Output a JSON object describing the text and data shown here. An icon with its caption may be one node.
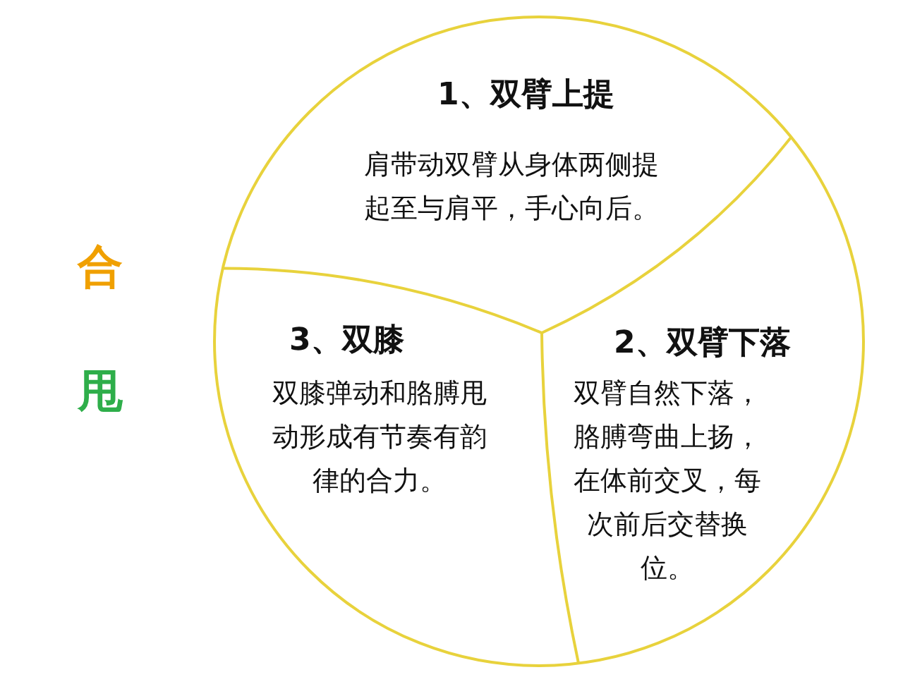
{
  "diagram": {
    "nodes": [
      {
        "text": [],
        "shape": "circle"
      },
      {
        "text": [
          "1、双臂上提",
          "肩带动双臂从身体两侧提起至与肩平，手心向后。"
        ],
        "in": 0
      },
      {
        "text": [
          "3、双膝",
          "双膝弹动和胳膊甩动形成有节奏有韵律的合力。"
        ],
        "in": 0
      },
      {
        "text": [
          "2、双臂下落",
          "双臂自然下落，胳膊弯曲上扬，在体前交叉，每次前后交替换位。"
        ],
        "in": 0
      }
    ],
    "edges": [],
    "labels": [
      "合",
      "甩"
    ]
  }
}
